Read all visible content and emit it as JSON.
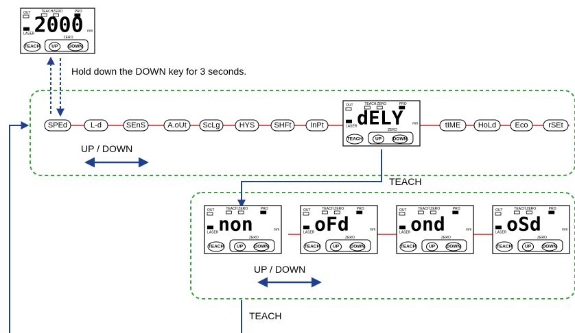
{
  "instruction": "Hold down the DOWN key for 3 seconds.",
  "top_display": {
    "value": "2000",
    "unit": "mm"
  },
  "menu_items": [
    "SPEd",
    "L-d",
    "SEnS",
    "A.oUt",
    "ScLg",
    "HYS",
    "SHFt",
    "InPt",
    "dELY",
    "tIME",
    "HoLd",
    "Eco",
    "rSEt"
  ],
  "selected_menu_item": "dELY",
  "delay_modes": [
    "non",
    "oFd",
    "ond",
    "oSd"
  ],
  "panel_labels": {
    "out": "OUT",
    "teach_ind": "TEACH",
    "zero": "ZERO",
    "pro": "PRO",
    "laser": "LASER",
    "mm": "mm",
    "teach_button": "TEACH",
    "up_button": "UP",
    "down_button": "DOWN",
    "zero_small": "ZERO"
  },
  "updown_label_1": "UP / DOWN",
  "updown_label_2": "UP / DOWN",
  "teach_label_1": "TEACH",
  "teach_label_2": "TEACH",
  "colors": {
    "arrow": "#1f3f8f",
    "box_border": "#3aa23a",
    "connector": "#d42020"
  }
}
